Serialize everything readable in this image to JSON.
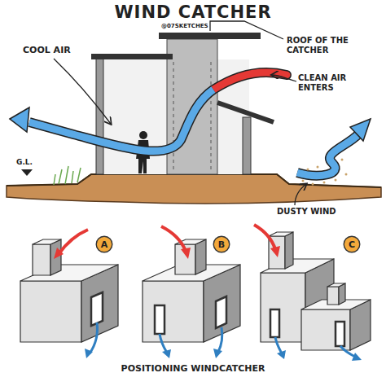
{
  "diagram": {
    "title": "WIND CATCHER",
    "caption": "POSITIONING WINDCATCHER",
    "nodes": [
      {
        "text": [
          "A"
        ]
      },
      {
        "text": [
          "B"
        ]
      },
      {
        "text": [
          "C"
        ]
      }
    ],
    "labels": [
      "@07SKETCHES",
      "COOL AIR",
      "ROOF OF THE CATCHER",
      "CLEAN AIR ENTERS",
      "DUSTY WIND",
      "G.L."
    ]
  }
}
